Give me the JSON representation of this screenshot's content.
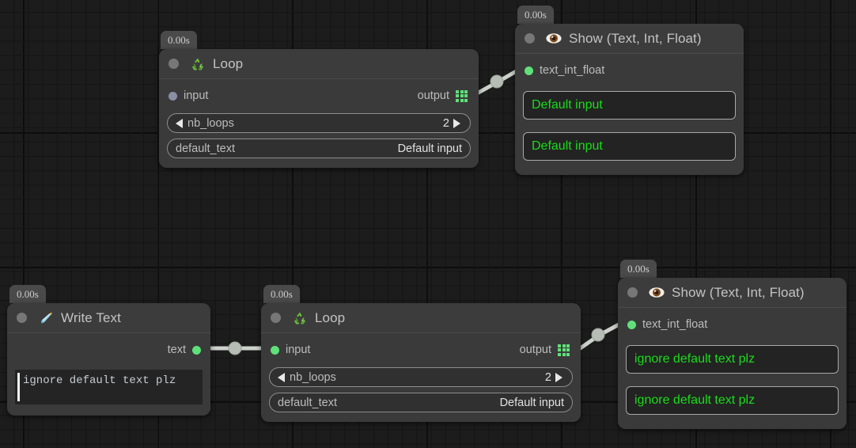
{
  "app": {
    "background_color": "#1c1c1c",
    "grid_line_color": "#141414",
    "accent_green": "#5fe07a",
    "display_text_green": "#19dd19"
  },
  "nodes": [
    {
      "id": "loop-top",
      "title": "Loop",
      "icon": "recycle-icon",
      "time_badge": "0.00s",
      "input_port": {
        "label": "input",
        "linked": false
      },
      "output_port": {
        "label": "output",
        "icon": "grid-icon"
      },
      "fields": [
        {
          "kind": "stepper",
          "label": "nb_loops",
          "value": "2"
        },
        {
          "kind": "text",
          "label": "default_text",
          "value": "Default input"
        }
      ]
    },
    {
      "id": "show-top",
      "title": "Show (Text, Int, Float)",
      "icon": "eye-icon",
      "time_badge": "0.00s",
      "input_port": {
        "label": "text_int_float",
        "linked": true
      },
      "displays": [
        "Default input",
        "Default input"
      ]
    },
    {
      "id": "write-text",
      "title": "Write Text",
      "icon": "fountain-pen-icon",
      "time_badge": "0.00s",
      "output_port": {
        "label": "text",
        "linked": true
      },
      "editor": {
        "value": "ignore default text plz",
        "caret_visible": true
      }
    },
    {
      "id": "loop-bottom",
      "title": "Loop",
      "icon": "recycle-icon",
      "time_badge": "0.00s",
      "input_port": {
        "label": "input",
        "linked": true
      },
      "output_port": {
        "label": "output",
        "icon": "grid-icon"
      },
      "fields": [
        {
          "kind": "stepper",
          "label": "nb_loops",
          "value": "2"
        },
        {
          "kind": "text",
          "label": "default_text",
          "value": "Default input"
        }
      ]
    },
    {
      "id": "show-bottom",
      "title": "Show (Text, Int, Float)",
      "icon": "eye-icon",
      "time_badge": "0.00s",
      "input_port": {
        "label": "text_int_float",
        "linked": true
      },
      "displays": [
        "ignore default text plz",
        "ignore default text plz"
      ]
    }
  ],
  "edges": [
    {
      "id": "edge-loop-top-to-show-top",
      "color": "#ccd2cb"
    },
    {
      "id": "edge-write-to-loop-bottom",
      "color": "#ccd2cb"
    },
    {
      "id": "edge-loop-bottom-to-show-bottom",
      "color": "#ccd2cb"
    }
  ]
}
